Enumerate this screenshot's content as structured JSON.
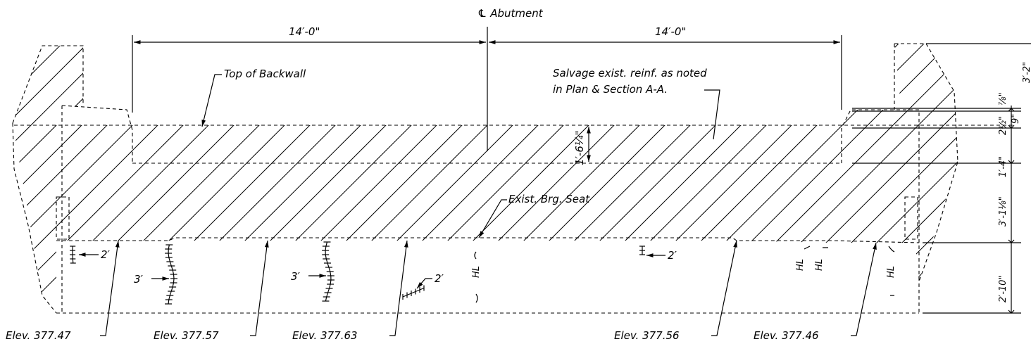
{
  "centerline": {
    "symbol": "℄",
    "label": "Abutment"
  },
  "dimensions": {
    "left_span": "14′-0\"",
    "right_span": "14′-0\"",
    "backwall_depth": "1′-6¼\"",
    "right_stack": [
      "⅞\"",
      "2½\"",
      "9\"",
      "1′-4\"",
      "3′-1⅛\"",
      "2′-10\""
    ],
    "far_right": "3′-2\""
  },
  "notes": {
    "top_of_backwall": "Top of Backwall",
    "salvage_line1": "Salvage exist. reinf. as noted",
    "salvage_line2": "in Plan & Section A-A.",
    "brg_seat": "Exist. Brg. Seat"
  },
  "bar_callouts": [
    "2′",
    "3′",
    "3′",
    "2′",
    "2′"
  ],
  "hl_labels": [
    "HL",
    "HL",
    "HL",
    "HL"
  ],
  "elevations": [
    "Elev. 377.47",
    "Elev. 377.57",
    "Elev. 377.63",
    "Elev. 377.56",
    "Elev. 377.46"
  ]
}
